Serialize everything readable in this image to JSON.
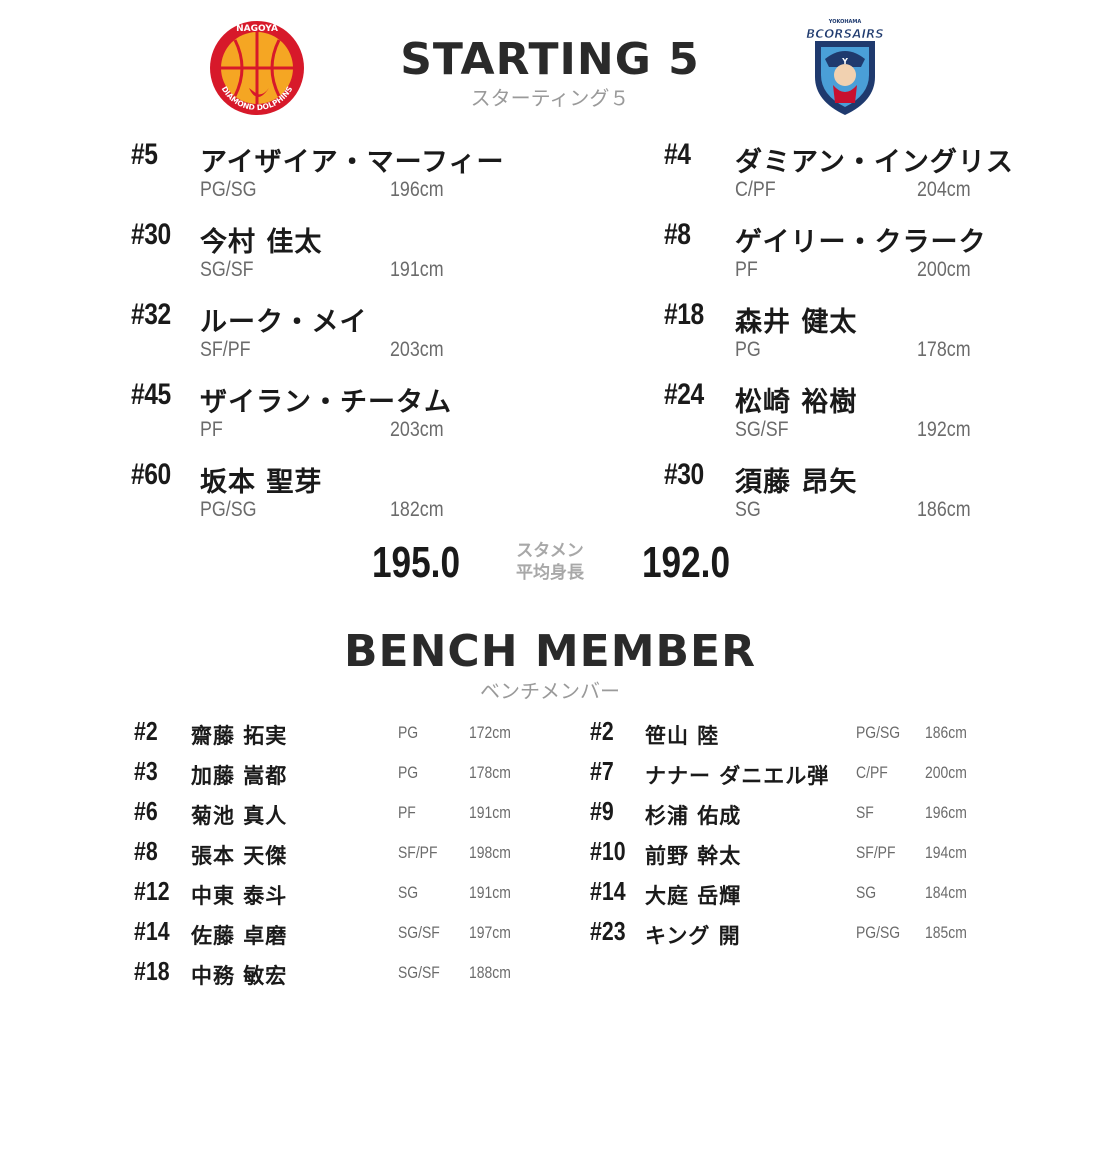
{
  "header": {
    "starting_title": "STARTING 5",
    "starting_sub": "スターティング５",
    "bench_title": "BENCH MEMBER",
    "bench_sub": "ベンチメンバー"
  },
  "home_team": {
    "logo_icon": "nagoya-diamond-dolphins-logo",
    "logo_text_top": "NAGOYA",
    "logo_text_arc": "DIAMOND DOLPHINS",
    "colors": {
      "red": "#d7192a",
      "orange": "#f5a623"
    }
  },
  "away_team": {
    "logo_icon": "yokohama-b-corsairs-logo",
    "logo_text_top": "YOKOHAMA",
    "logo_text": "BCORSAIRS",
    "colors": {
      "navy": "#1f3a6e",
      "sky": "#4a9fd8",
      "red": "#c8102e"
    }
  },
  "home_starters": [
    {
      "num": "#5",
      "name": "アイザイア・マーフィー",
      "pos": "PG/SG",
      "ht": "196cm"
    },
    {
      "num": "#30",
      "name": "今村 佳太",
      "pos": "SG/SF",
      "ht": "191cm"
    },
    {
      "num": "#32",
      "name": "ルーク・メイ",
      "pos": "SF/PF",
      "ht": "203cm"
    },
    {
      "num": "#45",
      "name": "ザイラン・チータム",
      "pos": "PF",
      "ht": "203cm"
    },
    {
      "num": "#60",
      "name": "坂本 聖芽",
      "pos": "PG/SG",
      "ht": "182cm"
    }
  ],
  "away_starters": [
    {
      "num": "#4",
      "name": "ダミアン・イングリス",
      "pos": "C/PF",
      "ht": "204cm"
    },
    {
      "num": "#8",
      "name": "ゲイリー・クラーク",
      "pos": "PF",
      "ht": "200cm"
    },
    {
      "num": "#18",
      "name": "森井 健太",
      "pos": "PG",
      "ht": "178cm"
    },
    {
      "num": "#24",
      "name": "松崎 裕樹",
      "pos": "SG/SF",
      "ht": "192cm"
    },
    {
      "num": "#30",
      "name": "須藤 昂矢",
      "pos": "SG",
      "ht": "186cm"
    }
  ],
  "averages": {
    "home": "195.0",
    "away": "192.0",
    "label_line1": "スタメン",
    "label_line2": "平均身長"
  },
  "home_bench": [
    {
      "num": "#2",
      "name": "齋藤 拓実",
      "pos": "PG",
      "ht": "172cm"
    },
    {
      "num": "#3",
      "name": "加藤 嵩都",
      "pos": "PG",
      "ht": "178cm"
    },
    {
      "num": "#6",
      "name": "菊池 真人",
      "pos": "PF",
      "ht": "191cm"
    },
    {
      "num": "#8",
      "name": "張本 天傑",
      "pos": "SF/PF",
      "ht": "198cm"
    },
    {
      "num": "#12",
      "name": "中東 泰斗",
      "pos": "SG",
      "ht": "191cm"
    },
    {
      "num": "#14",
      "name": "佐藤 卓磨",
      "pos": "SG/SF",
      "ht": "197cm"
    },
    {
      "num": "#18",
      "name": "中務 敏宏",
      "pos": "SG/SF",
      "ht": "188cm"
    }
  ],
  "away_bench": [
    {
      "num": "#2",
      "name": "笹山 陸",
      "pos": "PG/SG",
      "ht": "186cm"
    },
    {
      "num": "#7",
      "name": "ナナー ダニエル弾",
      "pos": "C/PF",
      "ht": "200cm"
    },
    {
      "num": "#9",
      "name": "杉浦 佑成",
      "pos": "SF",
      "ht": "196cm"
    },
    {
      "num": "#10",
      "name": "前野 幹太",
      "pos": "SF/PF",
      "ht": "194cm"
    },
    {
      "num": "#14",
      "name": "大庭 岳輝",
      "pos": "SG",
      "ht": "184cm"
    },
    {
      "num": "#23",
      "name": "キング 開",
      "pos": "PG/SG",
      "ht": "185cm"
    }
  ]
}
